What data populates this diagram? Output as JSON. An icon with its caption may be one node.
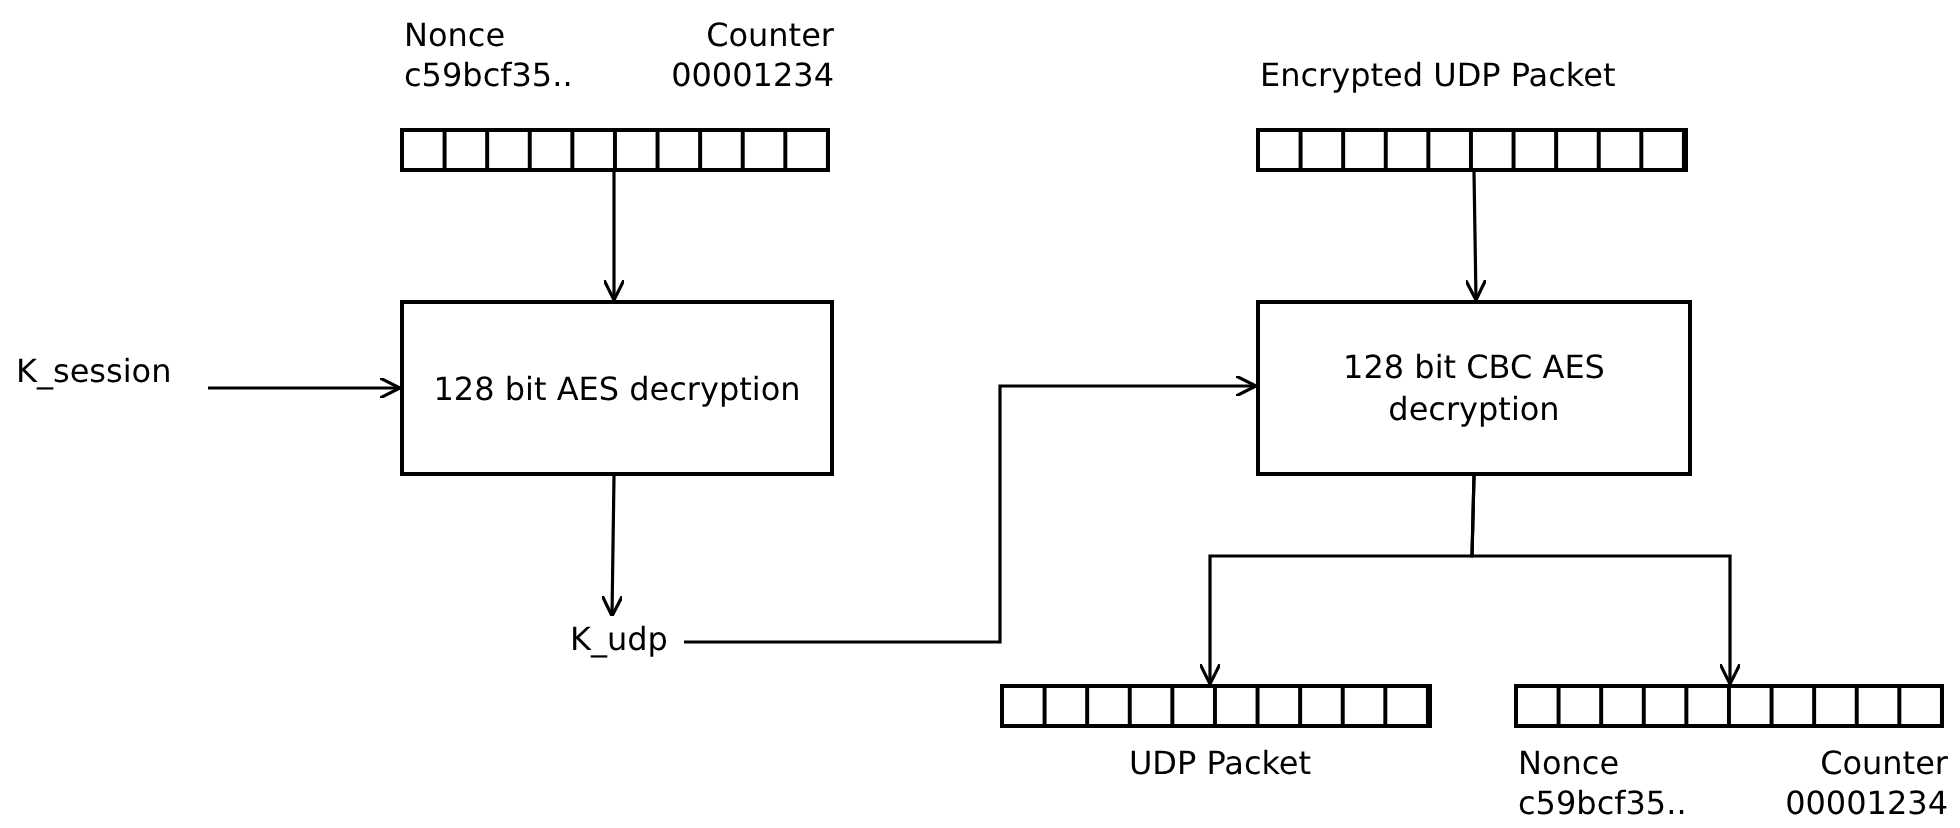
{
  "diagram": {
    "nodes": [
      {
        "text": [
          "K_session"
        ]
      },
      {
        "text": [
          "128 bit AES decryption"
        ]
      },
      {
        "text": [
          "Nonce c59bcf35..",
          "Counter 00001234"
        ]
      },
      {
        "text": [
          "K_udp"
        ]
      },
      {
        "text": [
          "Encrypted UDP Packet"
        ]
      },
      {
        "text": [
          "128 bit CBC AES decryption"
        ]
      },
      {
        "text": [
          "UDP Packet"
        ]
      },
      {
        "text": [
          "Nonce c59bcf35..",
          "Counter 00001234"
        ]
      }
    ],
    "edges": [
      {
        "from": 0,
        "to": 1,
        "arrow": "to"
      },
      {
        "from": 2,
        "to": 1,
        "arrow": "to"
      },
      {
        "from": 1,
        "to": 3,
        "arrow": "to"
      },
      {
        "from": 3,
        "to": 5,
        "arrow": "to"
      },
      {
        "from": 4,
        "to": 5,
        "arrow": "to"
      },
      {
        "from": 5,
        "to": 6,
        "arrow": "to"
      },
      {
        "from": 5,
        "to": 7,
        "arrow": "to"
      }
    ]
  }
}
